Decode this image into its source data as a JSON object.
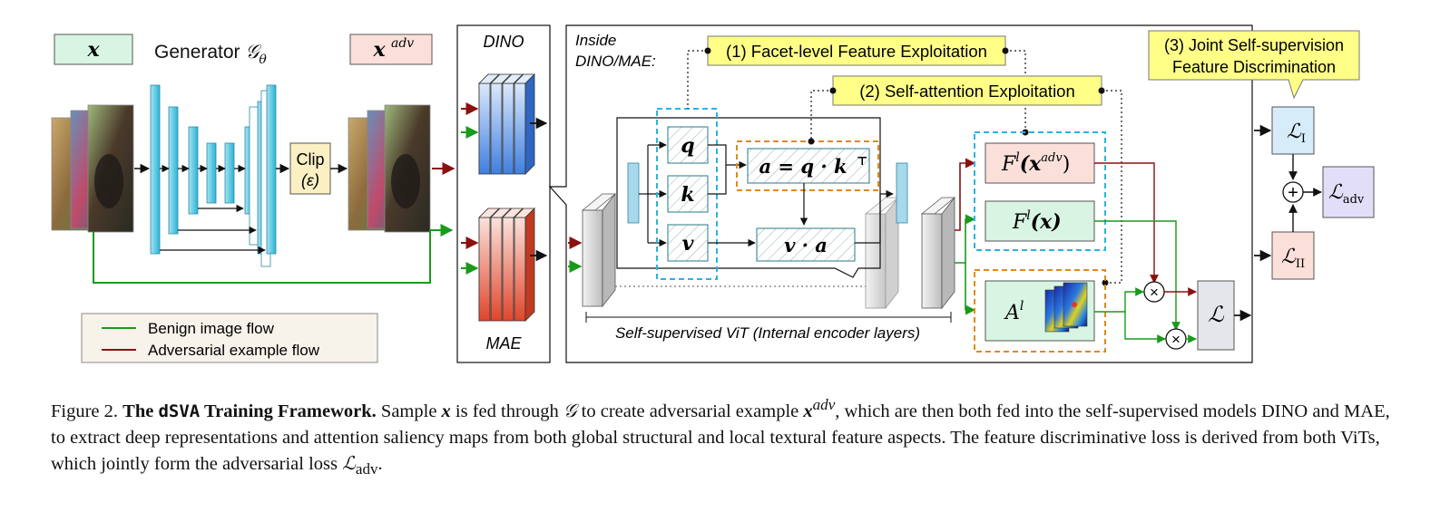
{
  "labels": {
    "x_box": "x",
    "generator_prefix": "Generator ",
    "generator_symbol": "𝒢",
    "generator_sub": "θ",
    "xadv_base": "x",
    "xadv_sup": "adv",
    "clip_line1": "Clip",
    "clip_line2": "(ε)",
    "dino": "DINO",
    "mae": "MAE",
    "inside_line1": "Inside",
    "inside_line2": "DINO/MAE:",
    "facet": "(1) Facet-level Feature Exploitation",
    "selfatt": "(2) Self-attention Exploitation",
    "joint_line1": "(3) Joint Self-supervision",
    "joint_line2": "Feature Discrimination",
    "q": "q",
    "k": "k",
    "v": "v",
    "attn_eq_a": "a = q · k",
    "attn_eq_T": "⊤",
    "va": "v · a",
    "F_adv_base": "F",
    "F_adv_l": "l",
    "F_adv_arg": "(x",
    "F_adv_sup": "adv",
    "F_adv_close": ")",
    "F_x_base": "F",
    "F_x_l": "l",
    "F_x_arg": "(x)",
    "A_base": "A",
    "A_l": "l",
    "vit_label": "Self-supervised ViT (Internal encoder layers)",
    "loss_I_base": "ℒ",
    "loss_I_sub": "I",
    "loss_II_base": "ℒ",
    "loss_II_sub": "II",
    "loss_adv_base": "ℒ",
    "loss_adv_sub": "adv",
    "loss_main": "ℒ",
    "plus": "+",
    "times": "×",
    "legend_benign": "Benign image flow",
    "legend_adv": "Adversarial example flow"
  },
  "caption": {
    "prefix": "Figure 2. ",
    "bold_part1": "The ",
    "bold_mono": "dSVA",
    "bold_part2": " Training Framework.",
    "s1": " Sample ",
    "s1_x": "x",
    "s2": " is fed through ",
    "s2_g": "𝒢",
    "s3": " to create adversarial example ",
    "s3_x": "x",
    "s3_sup": "adv",
    "s4": ", which are then both fed into the self-supervised models DINO and MAE, to extract deep representations and attention saliency maps from both global structural and local textural feature aspects. The feature discriminative loss is derived from both ViTs, which jointly form the adversarial loss ",
    "s4_L": "ℒ",
    "s4_sub": "adv",
    "s5": "."
  },
  "colors": {
    "benign": "#1a9a1a",
    "adversarial": "#8b1010",
    "dino_blue": "#3f7fe0",
    "mae_red": "#e0452a",
    "generator_cyan": "#2ab4d4",
    "yellow_note": "#ffff88",
    "dashed_blue": "#2ab4e0",
    "dashed_orange": "#e08a1a",
    "x_fill": "#d8f5e3",
    "xadv_fill": "#fbe0da",
    "loss_I_fill": "#d6ecf8",
    "loss_II_fill": "#fbe0da",
    "loss_adv_fill": "#e2def8"
  }
}
